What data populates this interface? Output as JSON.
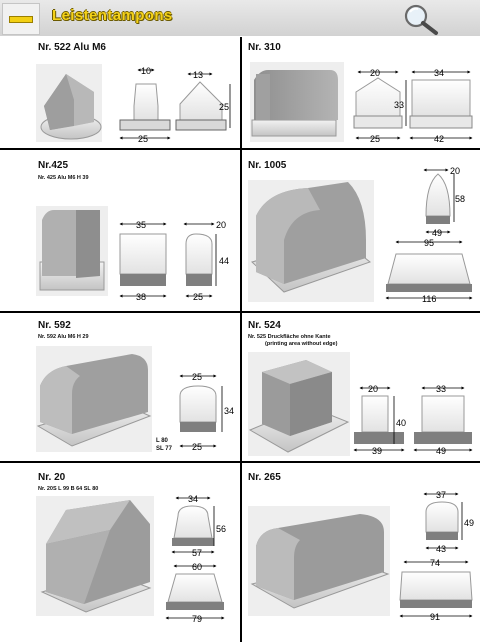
{
  "page": {
    "title": "Leistentampons",
    "icons": {
      "header_bar": "yellow-bar-icon",
      "search": "magnifier-icon"
    },
    "colors": {
      "accent": "#f4d119",
      "pad_grey": "#9a9a9a",
      "base_dark": "#7a7a7a"
    }
  },
  "cells": [
    {
      "title": "Nr. 522 Alu M6",
      "dims": [
        "10",
        "13",
        "25",
        "25"
      ]
    },
    {
      "title": "Nr. 310",
      "dims": [
        "20",
        "34",
        "33",
        "25",
        "42"
      ]
    },
    {
      "title": "Nr.425",
      "subtitle": "Nr. 425 Alu M6   H 39",
      "dims": [
        "35",
        "20",
        "44",
        "38",
        "25"
      ]
    },
    {
      "title": "Nr. 1005",
      "dims": [
        "20",
        "58",
        "49",
        "95",
        "116"
      ]
    },
    {
      "title": "Nr. 592",
      "subtitle": "Nr. 592 Alu M6   H 29",
      "dims": [
        "25",
        "34",
        "L  80",
        "SL 77",
        "25"
      ]
    },
    {
      "title": "Nr. 524",
      "subtitle": "Nr. 525  Druckfläche ohne Kante",
      "subtitle2": "(printing area without edge)",
      "dims": [
        "20",
        "33",
        "40",
        "39",
        "49"
      ]
    },
    {
      "title": "Nr. 20",
      "subtitle": "Nr. 20S    L 99   B 64   SL 80",
      "dims": [
        "34",
        "56",
        "57",
        "60",
        "79"
      ]
    },
    {
      "title": "Nr. 265",
      "dims": [
        "37",
        "49",
        "43",
        "74",
        "91"
      ]
    }
  ]
}
